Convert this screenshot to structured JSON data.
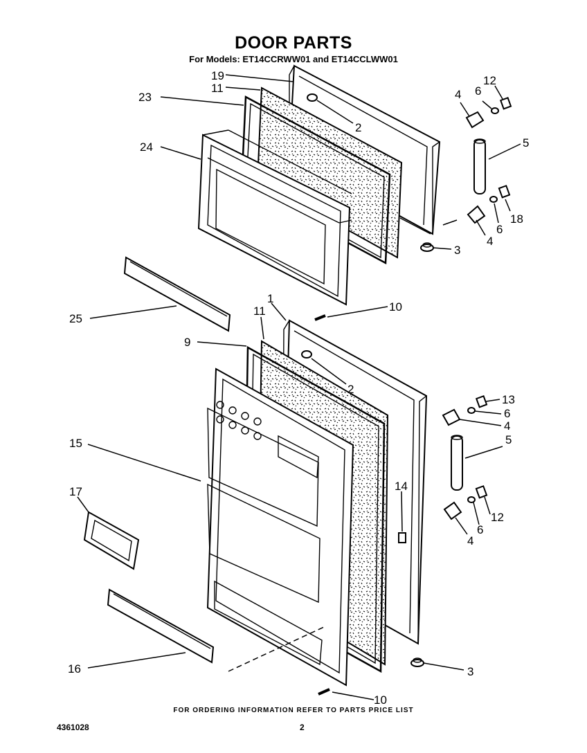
{
  "header": {
    "title": "DOOR PARTS",
    "subtitle": "For Models: ET14CCRWW01 and ET14CCLWW01"
  },
  "callouts": {
    "c19": "19",
    "c11a": "11",
    "c23": "23",
    "c24": "24",
    "c2a": "2",
    "c4a": "4",
    "c6a": "6",
    "c12a": "12",
    "c5a": "5",
    "c18": "18",
    "c6b": "6",
    "c4b": "4",
    "c3a": "3",
    "c25": "25",
    "c10a": "10",
    "c1": "1",
    "c11b": "11",
    "c9": "9",
    "c2b": "2",
    "c13": "13",
    "c6c": "6",
    "c4c": "4",
    "c5b": "5",
    "c15": "15",
    "c17": "17",
    "c14": "14",
    "c12b": "12",
    "c6d": "6",
    "c4d": "4",
    "c16": "16",
    "c3b": "3",
    "c10b": "10"
  },
  "footer": {
    "note": "FOR ORDERING INFORMATION REFER TO PARTS PRICE LIST",
    "doc_number": "4361028",
    "page_number": "2"
  }
}
